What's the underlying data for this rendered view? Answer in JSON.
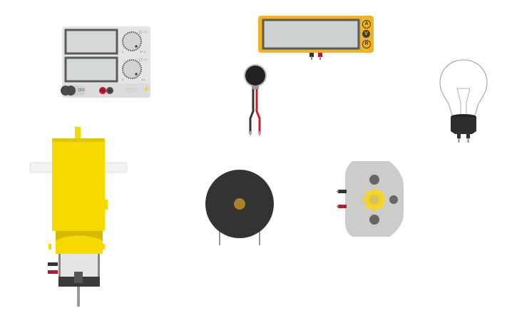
{
  "canvas": {
    "background": "#ffffff",
    "components": [
      {
        "id": "power-supply",
        "label": "Power Supply"
      },
      {
        "id": "multimeter",
        "label": "Multimeter"
      },
      {
        "id": "vibration-motor",
        "label": "Vibration Motor"
      },
      {
        "id": "light-bulb",
        "label": "Light Bulb"
      },
      {
        "id": "hobby-gearmotor",
        "label": "Hobby Gearmotor"
      },
      {
        "id": "piezo-buzzer",
        "label": "Piezo"
      },
      {
        "id": "dc-motor",
        "label": "DC Motor"
      }
    ]
  },
  "power_supply": {
    "switch_label": "OFF",
    "brand_label_line1": "VOLTAGE",
    "brand_label_line2": "SUPPLY",
    "knob1_mode": "CC",
    "knob1_min": "0",
    "knob1_max": "30 V",
    "knob2_mode": "CV",
    "knob2_min": "0",
    "knob2_max": "5 A",
    "colors": {
      "body": "#e4e4e4",
      "display": "#d5d8d9",
      "display_border": "#5a5a5a",
      "red_terminal": "#c8102e",
      "black_terminal": "#4a4a4a"
    }
  },
  "multimeter": {
    "modes": [
      "A",
      "V",
      "R"
    ],
    "selected_mode": "V",
    "colors": {
      "body": "#f0b323",
      "display": "#ccd1d1",
      "display_border": "#595959"
    }
  },
  "vibration_motor": {
    "colors": {
      "body": "#222222",
      "wire_black": "#333333",
      "wire_red": "#d01c1f"
    }
  },
  "light_bulb": {
    "colors": {
      "glass": "#9a9a9a",
      "base": "#2e2e2e"
    }
  },
  "hobby_gearmotor": {
    "colors": {
      "body": "#f5d900",
      "body_dark": "#d9b800",
      "shaft": "#f2f2f2",
      "motor_can": "#e5e5e5",
      "motor_cap": "#3a3a3a"
    }
  },
  "piezo_buzzer": {
    "colors": {
      "body": "#333333",
      "center": "#a9802c",
      "pins": "#999999"
    }
  },
  "dc_motor": {
    "colors": {
      "body": "#cccccc",
      "holes": "#666666",
      "gear": "#f5d423"
    }
  }
}
